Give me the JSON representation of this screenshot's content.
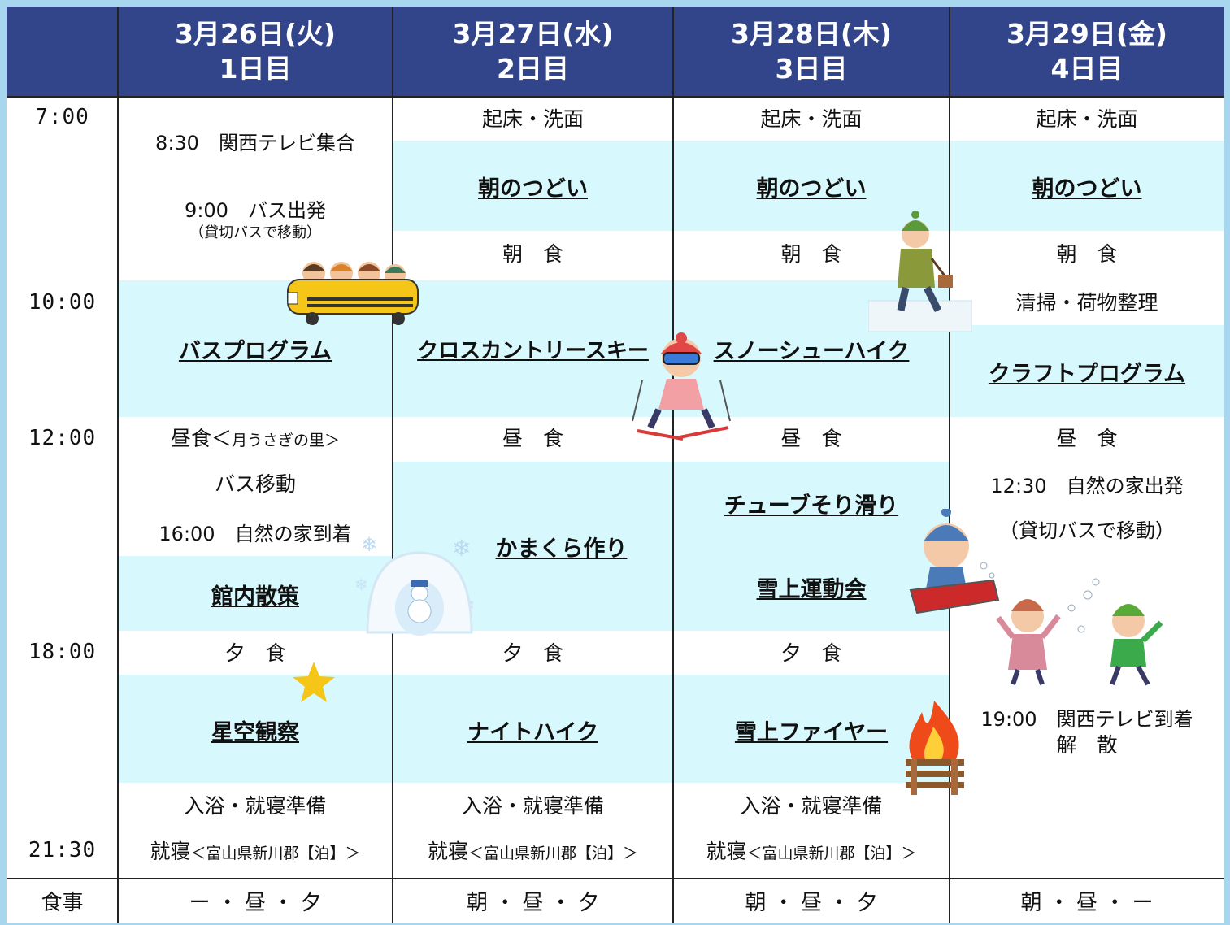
{
  "header": {
    "days": [
      {
        "date": "3月26日(火)",
        "day": "1日目"
      },
      {
        "date": "3月27日(水)",
        "day": "2日目"
      },
      {
        "date": "3月28日(木)",
        "day": "3日目"
      },
      {
        "date": "3月29日(金)",
        "day": "4日目"
      }
    ]
  },
  "times": [
    "7:00",
    "10:00",
    "12:00",
    "18:00",
    "21:30"
  ],
  "day1": {
    "gather": "8:30　関西テレビ集合",
    "bus_depart": "9:00　バス出発",
    "bus_note": "（貸切バスで移動）",
    "bus_program": "バスプログラム",
    "lunch_prefix": "昼食＜",
    "lunch_place": "月うさぎの里＞",
    "bus_move": "バス移動",
    "arrive": "16:00　自然の家到着",
    "walk": "館内散策",
    "dinner": "夕　食",
    "star": "星空観察",
    "bath": "入浴・就寝準備",
    "sleep_prefix": "就寝",
    "sleep_place": "＜富山県新川郡【泊】＞"
  },
  "day2": {
    "wake": "起床・洗面",
    "morning": "朝のつどい",
    "breakfast": "朝　食",
    "ski": "クロスカントリースキー",
    "lunch": "昼　食",
    "kamakura": "かまくら作り",
    "dinner": "夕　食",
    "night": "ナイトハイク",
    "bath": "入浴・就寝準備",
    "sleep_prefix": "就寝",
    "sleep_place": "＜富山県新川郡【泊】＞"
  },
  "day3": {
    "wake": "起床・洗面",
    "morning": "朝のつどい",
    "breakfast": "朝　食",
    "snowshoe": "スノーシューハイク",
    "lunch": "昼　食",
    "tube": "チューブそり滑り",
    "sports": "雪上運動会",
    "dinner": "夕　食",
    "fire": "雪上ファイヤー",
    "bath": "入浴・就寝準備",
    "sleep_prefix": "就寝",
    "sleep_place": "＜富山県新川郡【泊】＞"
  },
  "day4": {
    "wake": "起床・洗面",
    "morning": "朝のつどい",
    "breakfast": "朝　食",
    "clean": "清掃・荷物整理",
    "craft": "クラフトプログラム",
    "lunch": "昼　食",
    "depart": "12:30　自然の家出発",
    "bus_note": "（貸切バスで移動）",
    "arrive": "19:00　関西テレビ到着",
    "dismiss": "解　散"
  },
  "meals": {
    "label": "食事",
    "values": [
      "ー ・ 昼 ・ 夕",
      "朝 ・ 昼 ・ 夕",
      "朝 ・ 昼 ・ 夕",
      "朝 ・ 昼 ・ ー"
    ]
  },
  "colors": {
    "header": "#32458a",
    "band": "#d7f8fd",
    "frame": "#a9d6ef"
  },
  "illustrations": [
    "bus-icon",
    "skier-icon",
    "hiker-icon",
    "igloo-icon",
    "sled-icon",
    "moon-star-icon",
    "bonfire-icon",
    "snowball-kids-icon"
  ]
}
